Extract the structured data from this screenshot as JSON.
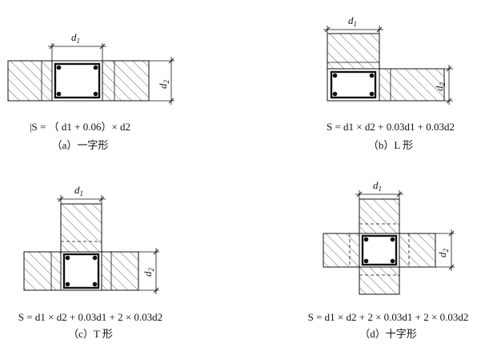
{
  "dimension_labels": {
    "width": "d1",
    "height": "d2"
  },
  "panels": [
    {
      "id": "a",
      "formula": "|S = （ d1 + 0.06）× d2",
      "caption": "（a）一字形"
    },
    {
      "id": "b",
      "formula": "S = d1 × d2 + 0.03d1 + 0.03d2",
      "caption": "（b）L 形"
    },
    {
      "id": "c",
      "formula": "S = d1 × d2 + 0.03d1 + 2 × 0.03d2",
      "caption": "（c）T 形"
    },
    {
      "id": "d",
      "formula": "S = d1 × d2 + 2 × 0.03d1 + 2 × 0.03d2",
      "caption": "（d）十字形"
    }
  ],
  "colors": {
    "line": "#111111",
    "hatch": "#555555",
    "background": "#ffffff"
  }
}
